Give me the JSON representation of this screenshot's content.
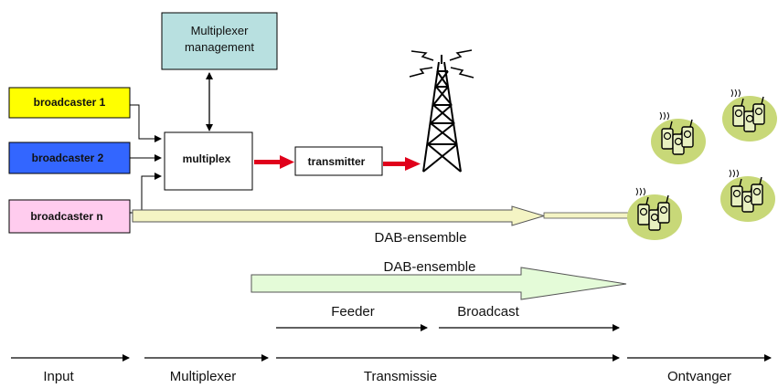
{
  "diagram": {
    "boxes": {
      "broadcaster_1": "broadcaster 1",
      "broadcaster_2": "broadcaster 2",
      "broadcaster_n": "broadcaster n",
      "multiplexer_management_line1": "Multiplexer",
      "multiplexer_management_line2": "management",
      "multiplex": "multiplex",
      "transmitter": "transmitter"
    },
    "arrows": {
      "dab_ensemble_long": "DAB-ensemble",
      "dab_ensemble_short": "DAB-ensemble",
      "feeder": "Feeder",
      "broadcast": "Broadcast"
    },
    "stages": [
      "Input",
      "Multiplexer",
      "Transmissie",
      "Ontvanger"
    ],
    "colors": {
      "broadcaster_1": "#ffff00",
      "broadcaster_2": "#3366ff",
      "broadcaster_n": "#ffccee",
      "management": "#b8e0e0",
      "red_arrow": "#e0001b",
      "dab_arrow": "#f4f4c4",
      "dab_arrow_green": "#e4fbd8",
      "receiver_blob": "#c8d878"
    }
  }
}
